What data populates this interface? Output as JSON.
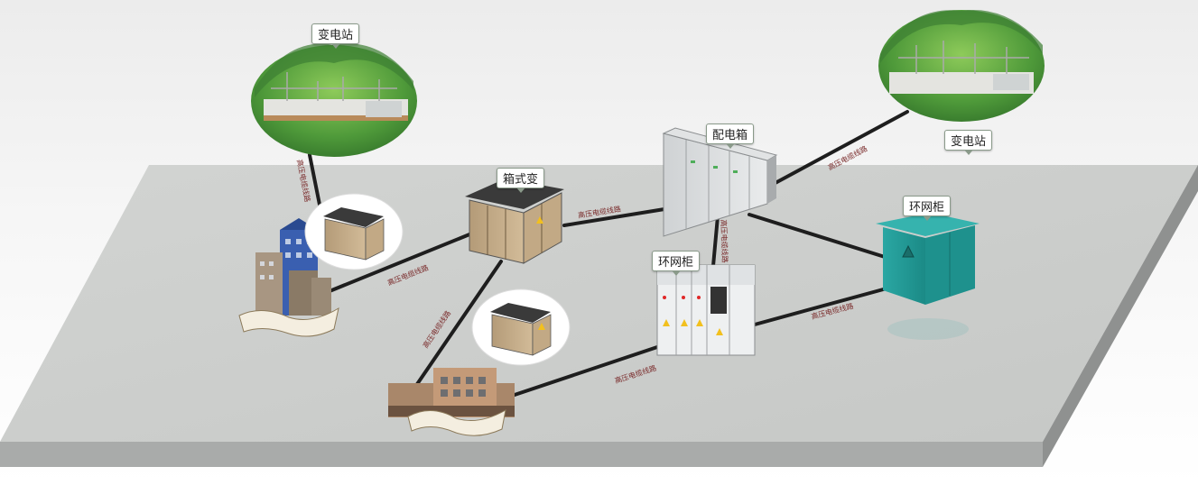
{
  "labels": {
    "substation_left": "变电站",
    "substation_right": "变电站",
    "box_transformer": "箱式变",
    "distribution_box": "配电箱",
    "ring_main_center": "环网柜",
    "ring_main_right": "环网柜"
  },
  "cable_text": "高压电缆线路"
}
